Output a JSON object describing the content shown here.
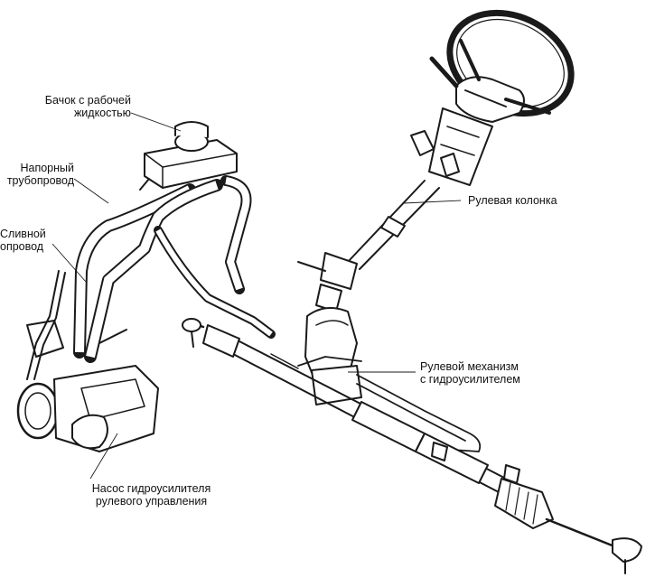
{
  "labels": {
    "reservoir": [
      "Бачок с рабочей",
      "жидкостью"
    ],
    "pressure_line": [
      "Напорный",
      "трубопровод"
    ],
    "return_line": [
      "Сливной",
      "опровод"
    ],
    "steering_column": [
      "Рулевая колонка"
    ],
    "steering_gear": [
      "Рулевой механизм",
      "с гидроусилителем"
    ],
    "pump": [
      "Насос гидроусилителя",
      "рулевого управления"
    ]
  }
}
